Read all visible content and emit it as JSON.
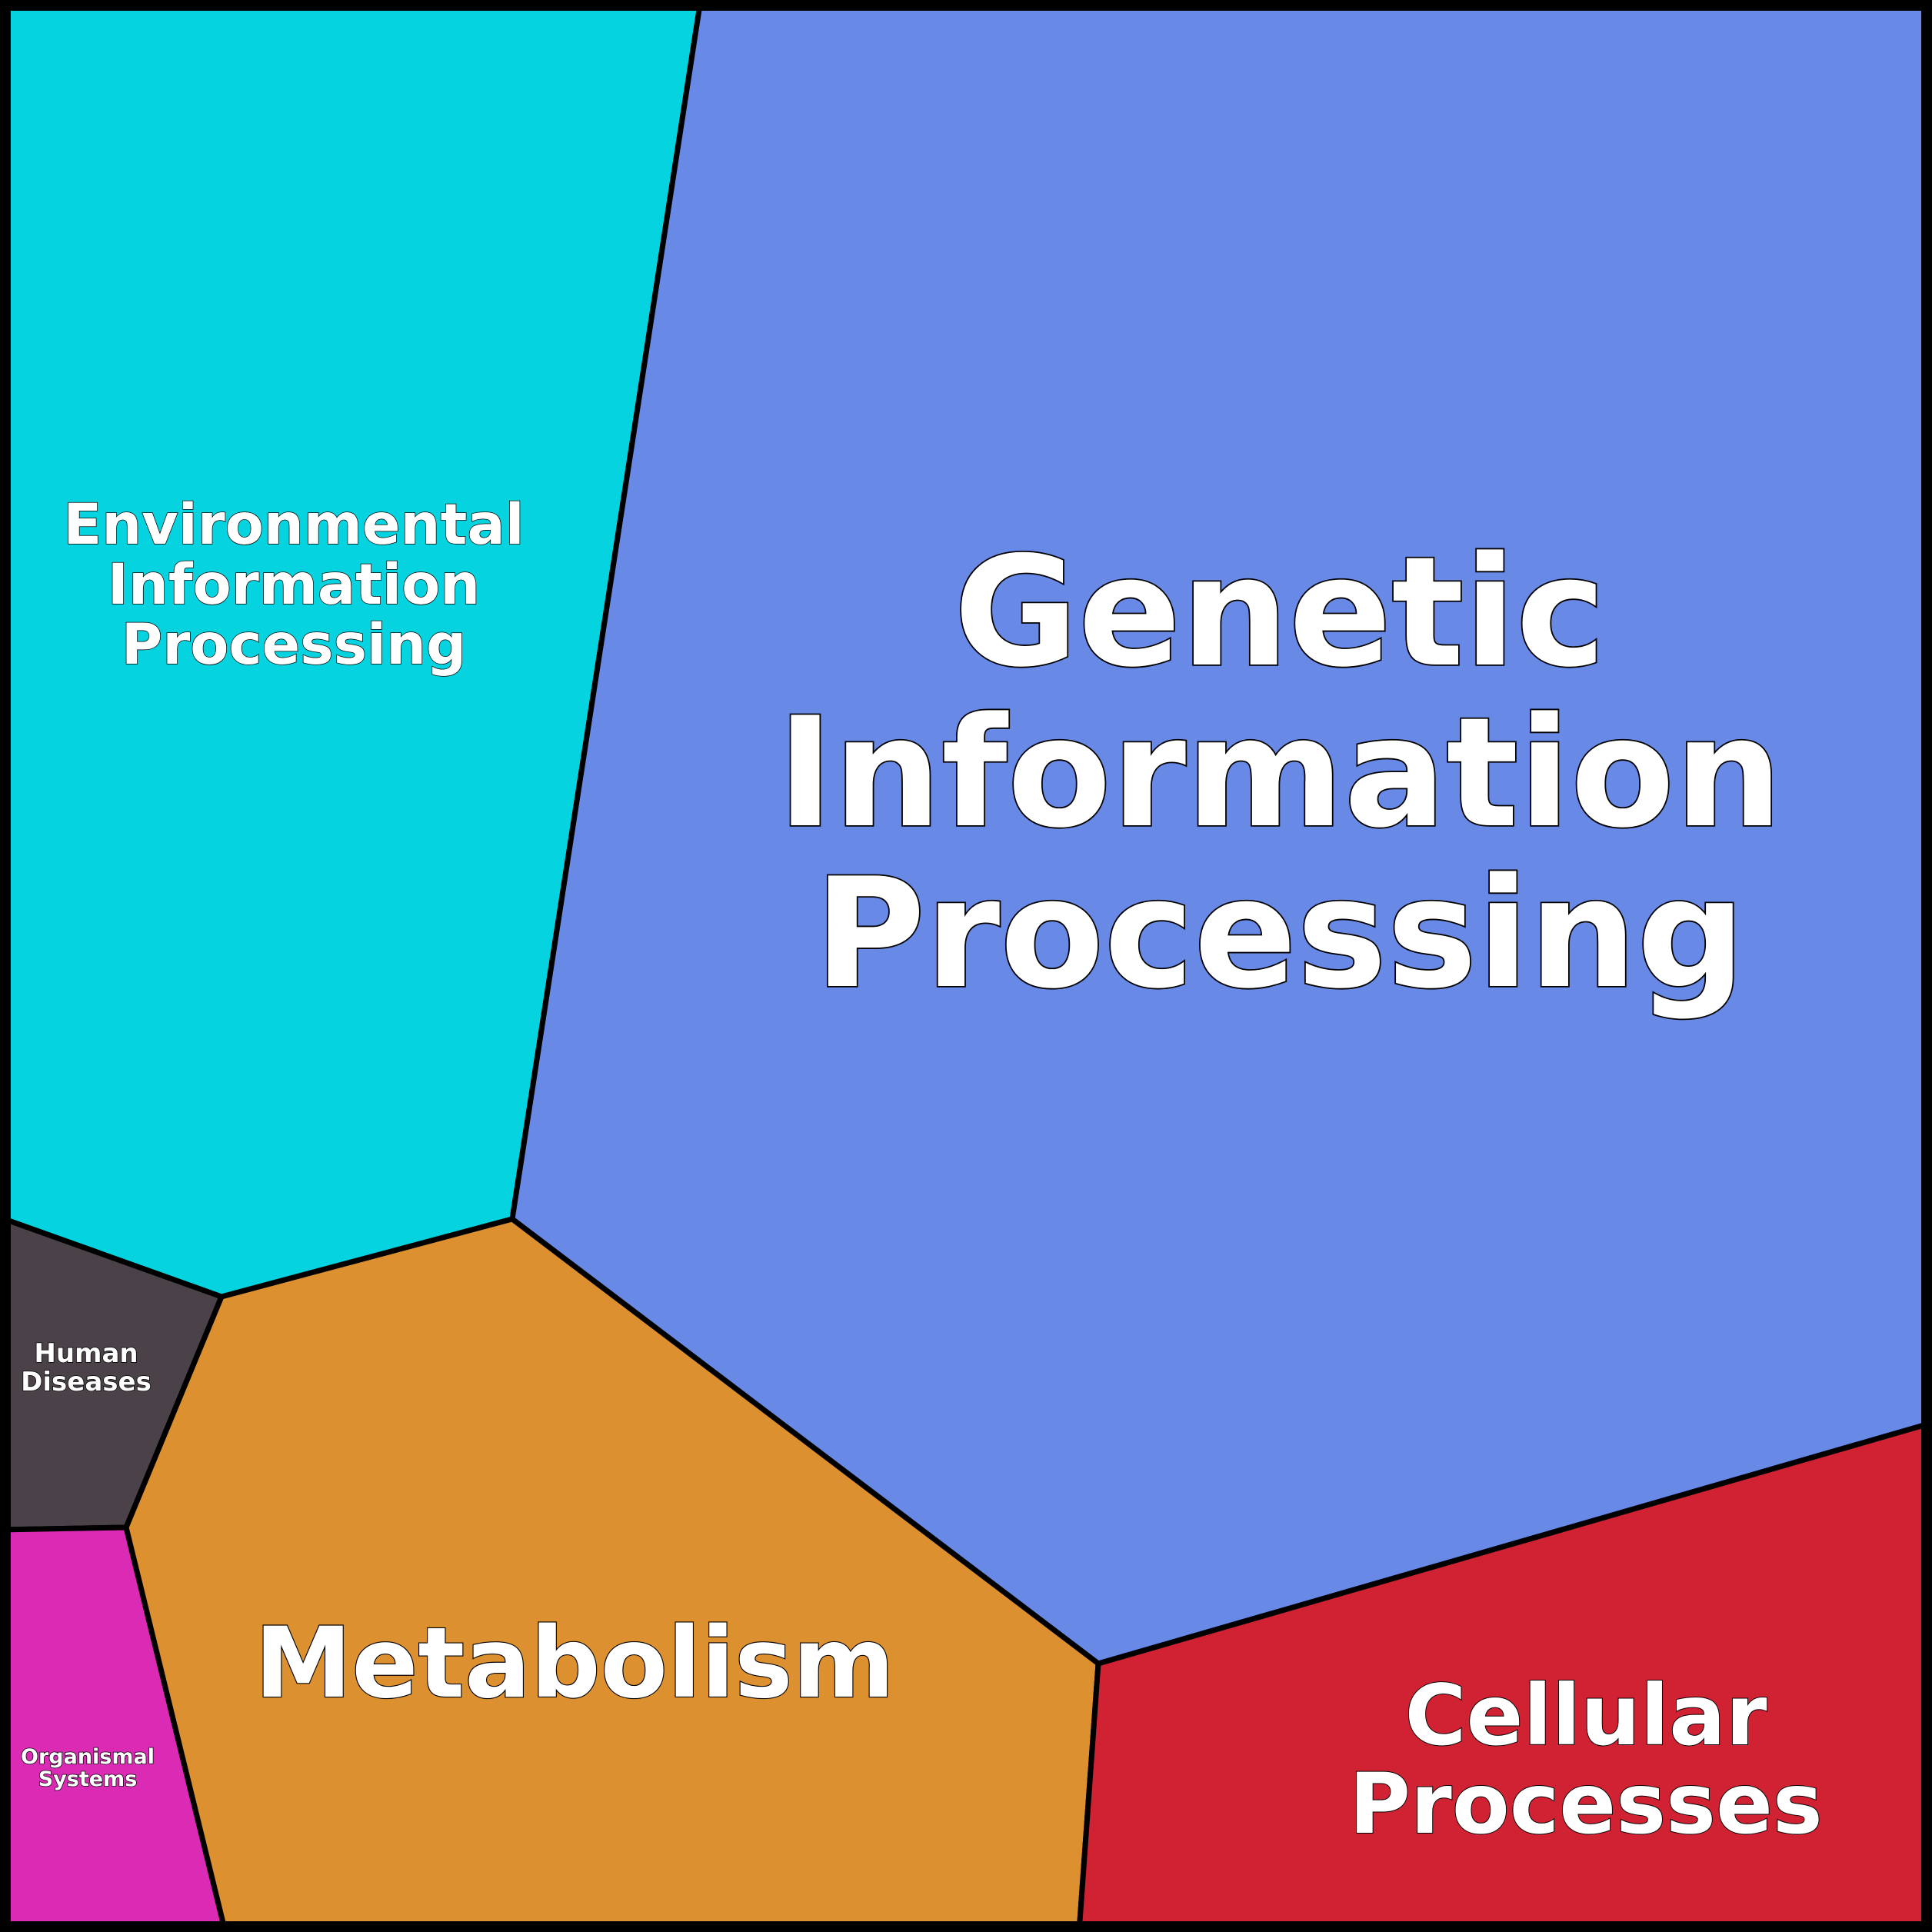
{
  "diagram": {
    "type": "voronoi-treemap",
    "regions": [
      {
        "id": "environmental",
        "lines": [
          "Environmental",
          "Information",
          "Processing"
        ],
        "color": "#05d4e0"
      },
      {
        "id": "genetic",
        "lines": [
          "Genetic",
          "Information",
          "Processing"
        ],
        "color": "#6889e5"
      },
      {
        "id": "human-diseases",
        "lines": [
          "Human",
          "Diseases"
        ],
        "color": "#4a4248"
      },
      {
        "id": "organismal",
        "lines": [
          "Organismal",
          "Systems"
        ],
        "color": "#db2ab3"
      },
      {
        "id": "metabolism",
        "lines": [
          "Metabolism"
        ],
        "color": "#dc9030"
      },
      {
        "id": "cellular",
        "lines": [
          "Cellular",
          "Processes"
        ],
        "color": "#d02232"
      }
    ],
    "border_color": "#000000"
  }
}
